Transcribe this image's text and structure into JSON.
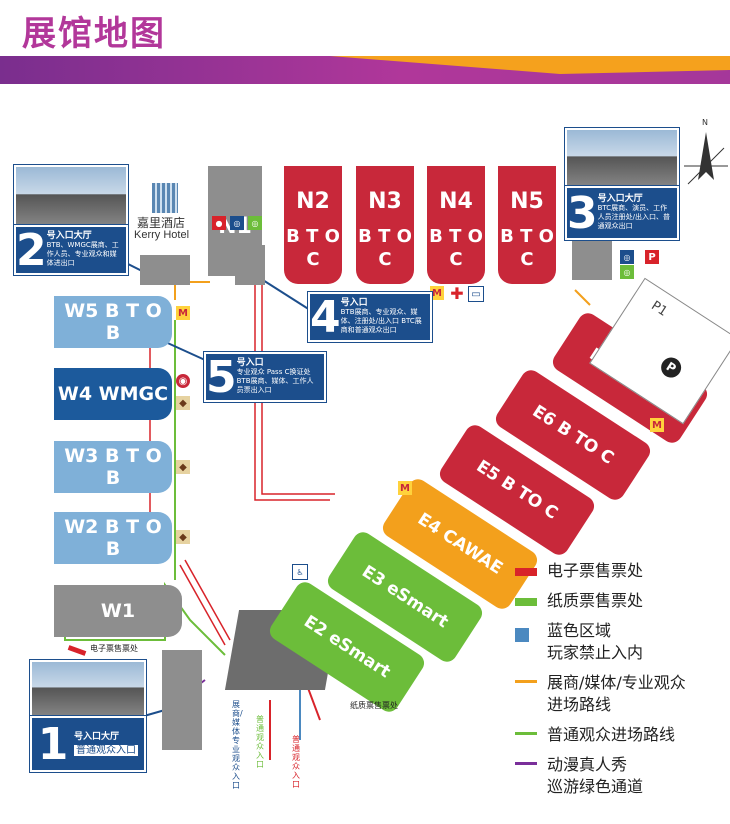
{
  "title": "展馆地图",
  "compass": {
    "label": "N"
  },
  "hotel": {
    "cn": "嘉里酒店",
    "en": "Kerry Hotel"
  },
  "north_halls": [
    {
      "name": "N1",
      "sub": ""
    },
    {
      "name": "N2",
      "sub": "B T O C"
    },
    {
      "name": "N3",
      "sub": "B T O C"
    },
    {
      "name": "N4",
      "sub": "B T O C"
    },
    {
      "name": "N5",
      "sub": "B T O C"
    }
  ],
  "west_halls": [
    {
      "label": "W5  B T O B"
    },
    {
      "label": "W4  WMGC"
    },
    {
      "label": "W3  B T O B"
    },
    {
      "label": "W2  B T O B"
    },
    {
      "label": "W1"
    }
  ],
  "east_halls": [
    {
      "label": "E7  B TO C"
    },
    {
      "label": "E6  B TO C"
    },
    {
      "label": "E5  B TO C"
    },
    {
      "label": "E4  CAWAE"
    },
    {
      "label": "E3  eSmart"
    },
    {
      "label": "E2  eSmart"
    }
  ],
  "parking": {
    "label": "P1",
    "p": "P"
  },
  "callouts": [
    {
      "num": "1",
      "head": "号入口大厅",
      "text": "普通观众入口"
    },
    {
      "num": "2",
      "head": "号入口大厅",
      "text": "BTB、WMGC展商、工作人员、专业观众和媒体进出口"
    },
    {
      "num": "3",
      "head": "号入口大厅",
      "text": "BTC展商、演员、工作人员注册处/出入口、普通观众出口"
    },
    {
      "num": "4",
      "head": "号入口",
      "text": "BTB展商、专业观众、媒体、注册处/出入口 BTC展商和普通观众出口"
    },
    {
      "num": "5",
      "head": "号入口",
      "text": "专业观众 Pass C换证处 BTB展商、媒体、工作人员票出入口"
    }
  ],
  "labels": {
    "e_ticket": "电子票售票处",
    "paper_ticket": "纸质票售票处",
    "route_pro": "展商/媒体专业观众入口",
    "route_public": "普通观众入口",
    "route_cos": "普通观众入口"
  },
  "legend": [
    {
      "color": "#d8232a",
      "text": "电子票售票处"
    },
    {
      "color": "#6cbd3a",
      "text": "纸质票售票处"
    },
    {
      "color": "#4b89c0",
      "text": "蓝色区域\n玩家禁止入内"
    },
    {
      "color": "#f3a01c",
      "text": "展商/媒体/专业观众\n进场路线"
    },
    {
      "color": "#6cbd3a",
      "text": "普通观众进场路线"
    },
    {
      "color": "#7a2f9a",
      "text": "动漫真人秀\n巡游绿色通道"
    }
  ],
  "colors": {
    "title": "#b2379a",
    "red": "#c8283a",
    "green": "#6cbd3a",
    "orange": "#f3a01c",
    "blue": "#4b89c0",
    "navy": "#1c4e8c"
  }
}
